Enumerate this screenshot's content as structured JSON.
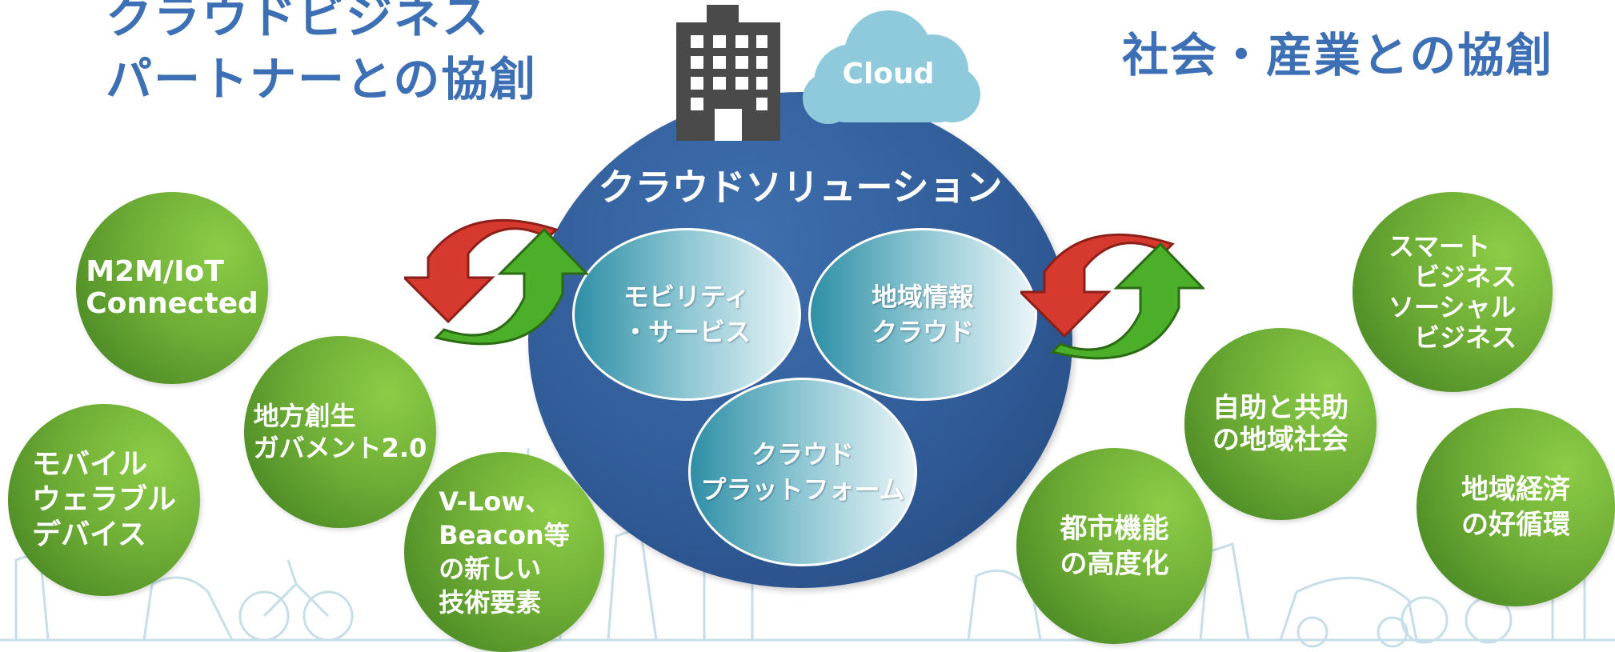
{
  "headings": {
    "left": "クラウドビジネス\nパートナーとの協創",
    "right": "社会・産業との協創"
  },
  "center": {
    "title": "クラウドソリューション",
    "cloud_label": "Cloud",
    "circles": [
      {
        "label": "モビリティ\n・サービス"
      },
      {
        "label": "地域情報\nクラウド"
      },
      {
        "label": "クラウド\nプラットフォーム"
      }
    ]
  },
  "left_circles": [
    {
      "label": "M2M/IoT\nConnected"
    },
    {
      "label": "地方創生\nガバメント2.0"
    },
    {
      "label": "モバイル\nウェラブル\nデバイス"
    },
    {
      "label": "V-Low、\nBeacon等\nの新しい\n技術要素"
    }
  ],
  "right_circles": [
    {
      "label": "スマート\n　ビジネス\nソーシャル\n　ビジネス"
    },
    {
      "label": "自助と共助\nの地域社会"
    },
    {
      "label": "都市機能\nの高度化"
    },
    {
      "label": "地域経済\nの好循環"
    }
  ],
  "colors": {
    "heading": "#3d6fb5",
    "center_circle": "#2f5a96",
    "green": "#6fae36",
    "arrow_red": "#d63a2f",
    "arrow_green": "#4caf2a",
    "building": "#4a4a4a",
    "cloud": "#8ec9dc"
  },
  "icons": [
    "building-icon",
    "cloud-icon",
    "cycle-arrows-icon"
  ]
}
